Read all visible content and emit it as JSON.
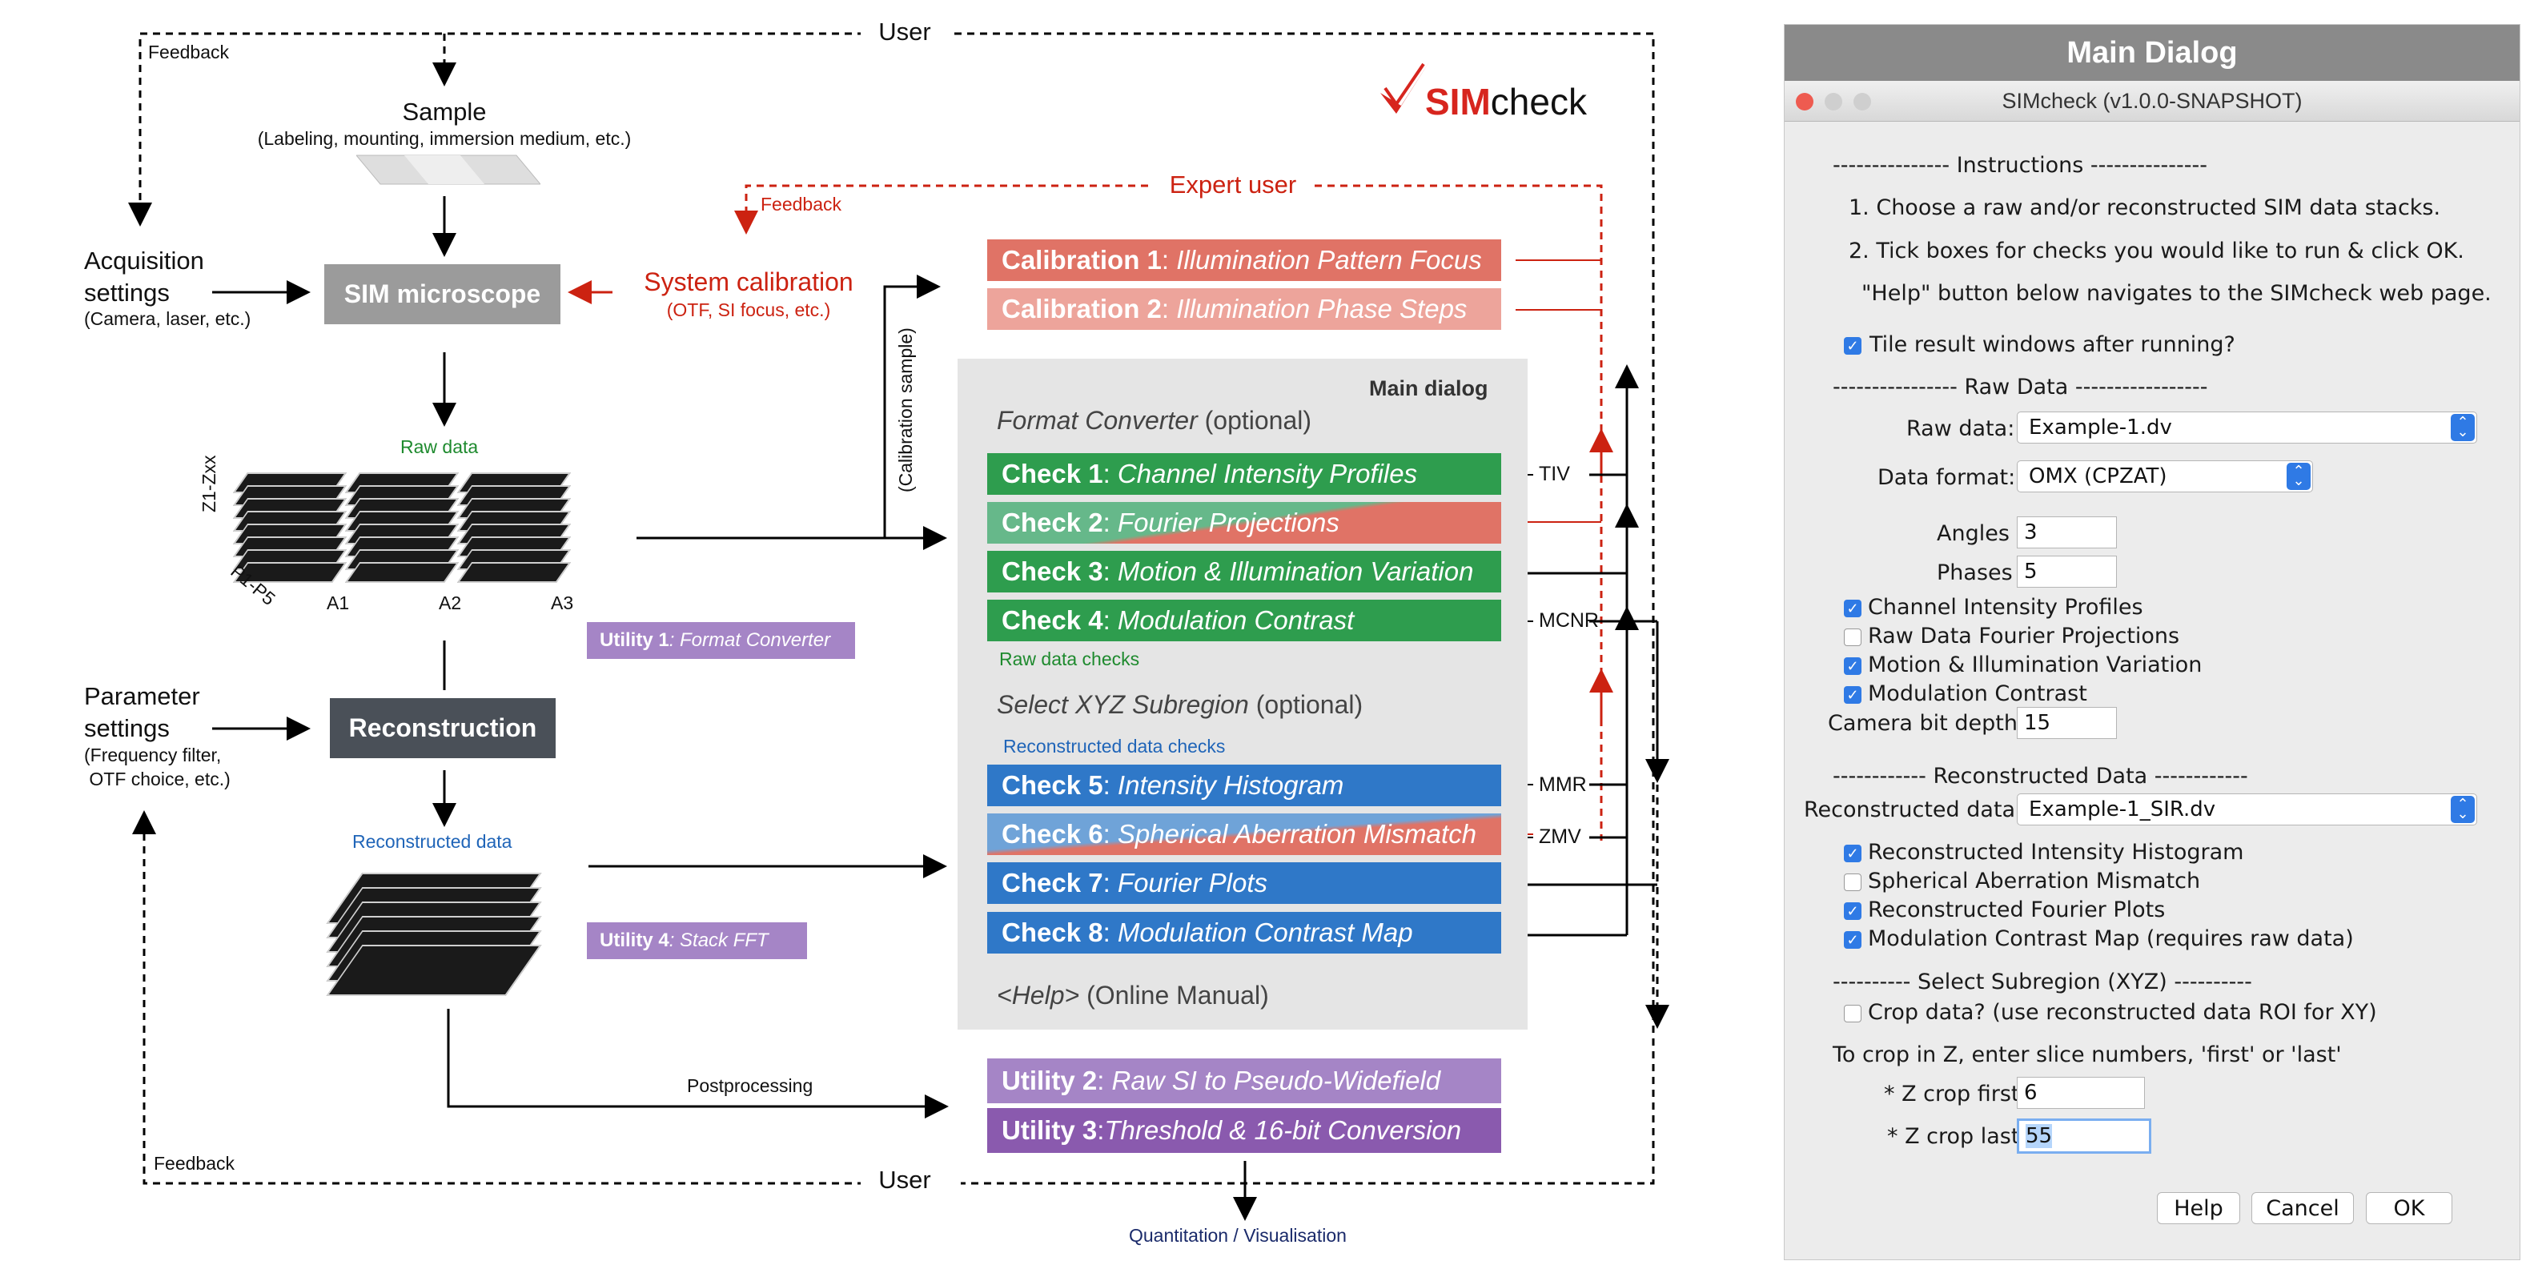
{
  "diagram": {
    "user_top": "User",
    "user_bottom": "User",
    "feedback_top": "Feedback",
    "feedback_bottom": "Feedback",
    "sample_title": "Sample",
    "sample_sub": "(Labeling, mounting, immersion medium, etc.)",
    "acq_title": "Acquisition\nsettings",
    "acq_sub": "(Camera, laser, etc.)",
    "sim_microscope": "SIM microscope",
    "system_cal_title": "System calibration",
    "system_cal_sub": "(OTF, SI focus, etc.)",
    "expert_user": "Expert user",
    "feedback_expert": "Feedback",
    "raw_data_label": "Raw data",
    "axis_z": "Z1-Zxx",
    "axis_p": "P1-P5",
    "angles": [
      "A1",
      "A2",
      "A3"
    ],
    "calibration_sample": "(Calibration sample)",
    "utility1_bold": "Utility 1",
    "utility1_rest": ": Format Converter",
    "param_title": "Parameter\nsettings",
    "param_sub": "(Frequency filter,\n OTF choice, etc.)",
    "reconstruction": "Reconstruction",
    "recon_data_label": "Reconstructed data",
    "utility4_bold": "Utility 4",
    "utility4_rest": ": Stack FFT",
    "postprocessing": "Postprocessing",
    "quantitation": "Quantitation / Visualisation",
    "logo_text": "SIMcheck",
    "main_dialog": {
      "title": "Main dialog",
      "format_converter_italic": "Format Converter",
      "format_converter_rest": " (optional)",
      "raw_checks_label": "Raw data checks",
      "subregion_italic": "Select XYZ Subregion",
      "subregion_rest": " (optional)",
      "recon_checks_label": "Reconstructed data checks",
      "help_italic": "<Help>",
      "help_rest": " (Online Manual)"
    },
    "calibrations": [
      {
        "bold": "Calibration 1",
        "italic": "Illumination Pattern Focus"
      },
      {
        "bold": "Calibration 2",
        "italic": "Illumination Phase Steps"
      }
    ],
    "checks": [
      {
        "bold": "Check 1",
        "italic": "Channel Intensity Profiles",
        "metric": "TIV"
      },
      {
        "bold": "Check 2",
        "italic": "Fourier Projections",
        "metric": ""
      },
      {
        "bold": "Check 3",
        "italic": "Motion & Illumination Variation",
        "metric": ""
      },
      {
        "bold": "Check 4",
        "italic": "Modulation Contrast",
        "metric": "MCNR"
      },
      {
        "bold": "Check 5",
        "italic": "Intensity Histogram",
        "metric": "MMR"
      },
      {
        "bold": "Check 6",
        "italic": "Spherical Aberration Mismatch",
        "metric": "ZMV"
      },
      {
        "bold": "Check 7",
        "italic": "Fourier Plots",
        "metric": ""
      },
      {
        "bold": "Check 8",
        "italic": "Modulation Contrast Map",
        "metric": ""
      }
    ],
    "utilities": [
      {
        "bold": "Utility 2",
        "italic": "Raw SI to Pseudo-Widefield",
        "sep": ": "
      },
      {
        "bold": "Utility 3",
        "italic": "Threshold & 16-bit Conversion",
        "sep": ":"
      }
    ],
    "colors": {
      "calibration": "#e07366",
      "calibration_light": "#eda49b",
      "check_green": "#2e9d4e",
      "check_blue": "#2f78c8",
      "utility_purple": "#a585c6",
      "utility_purple_dark": "#8a5aae",
      "dark_box": "#4a5058",
      "sim_box": "#9b9b9b",
      "red": "#cc2211"
    }
  },
  "dialog": {
    "header": "Main Dialog",
    "window_title": "SIMcheck (v1.0.0-SNAPSHOT)",
    "instructions_header": "--------------- Instructions ---------------",
    "instruction_1": "1. Choose a raw and/or reconstructed SIM data stacks.",
    "instruction_2": "2. Tick boxes for checks you would like to run & click OK.",
    "instruction_3": "\"Help\" button below navigates to the SIMcheck web page.",
    "tile_windows": "Tile result windows after running?",
    "raw_header": "---------------- Raw Data -----------------",
    "raw_data_label": "Raw data:",
    "raw_data_value": "Example-1.dv",
    "data_format_label": "Data format:",
    "data_format_value": "OMX (CPZAT)",
    "angles_label": "Angles",
    "angles_value": "3",
    "phases_label": "Phases",
    "phases_value": "5",
    "raw_checks": [
      {
        "label": "Channel Intensity Profiles",
        "checked": true
      },
      {
        "label": "Raw Data Fourier Projections",
        "checked": false
      },
      {
        "label": "Motion & Illumination Variation",
        "checked": true
      },
      {
        "label": "Modulation Contrast",
        "checked": true
      }
    ],
    "bit_depth_label": "Camera bit depth",
    "bit_depth_value": "15",
    "recon_header": "------------ Reconstructed Data ------------",
    "recon_data_label": "Reconstructed data:",
    "recon_data_value": "Example-1_SIR.dv",
    "recon_checks": [
      {
        "label": "Reconstructed Intensity Histogram",
        "checked": true
      },
      {
        "label": "Spherical Aberration Mismatch",
        "checked": false
      },
      {
        "label": "Reconstructed Fourier Plots",
        "checked": true
      },
      {
        "label": "Modulation Contrast Map (requires raw data)",
        "checked": true
      }
    ],
    "subregion_header": "---------- Select Subregion (XYZ) ----------",
    "crop_label": "Crop data? (use reconstructed data ROI for XY)",
    "crop_instructions": "To crop in Z, enter slice numbers, 'first' or 'last'",
    "z_first_label": "* Z crop first",
    "z_first_value": "6",
    "z_last_label": "* Z crop last",
    "z_last_value": "55",
    "help_button": "Help",
    "cancel_button": "Cancel",
    "ok_button": "OK"
  }
}
